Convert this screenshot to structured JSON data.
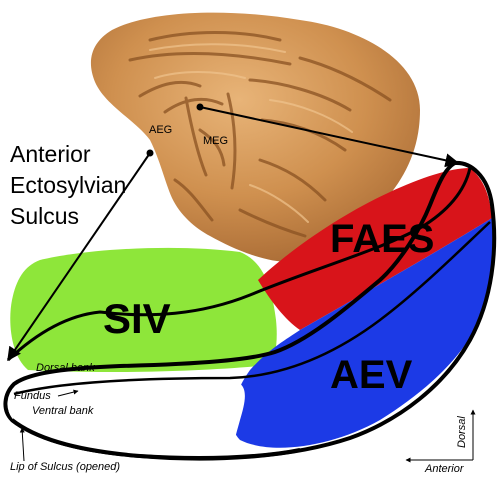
{
  "brain": {
    "sulcus_labels": [
      "AEG",
      "MEG"
    ]
  },
  "title_lines": [
    "Anterior",
    "Ectosylvian",
    "Sulcus"
  ],
  "regions": {
    "siv": {
      "label": "SIV",
      "color": "#8ee63a"
    },
    "faes": {
      "label": "FAES",
      "color": "#d8141a"
    },
    "aev": {
      "label": "AEV",
      "color": "#1c3ae6"
    }
  },
  "annotations": {
    "dorsal_bank": "Dorsal bank",
    "fundus": "Fundus",
    "ventral_bank": "Ventral bank",
    "lip": "Lip of Sulcus (opened)"
  },
  "orientation": {
    "dorsal": "Dorsal",
    "anterior": "Anterior"
  },
  "colors": {
    "brain_base": "#c98a4a",
    "brain_highlight": "#e0a868",
    "brain_shadow": "#9a5e2c",
    "outline": "#000000"
  }
}
